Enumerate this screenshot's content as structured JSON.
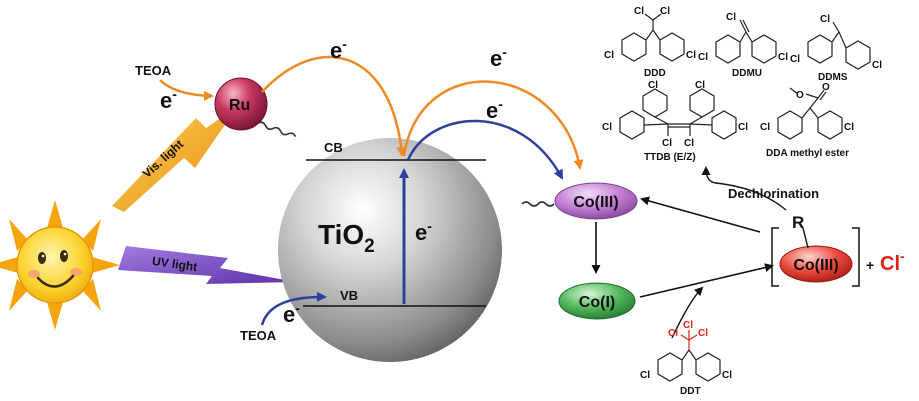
{
  "scheme": {
    "tio2_main": "TiO",
    "tio2_sub": "2",
    "cb": "CB",
    "vb": "VB",
    "electron": "e",
    "minus": "-",
    "teoa_top": "TEOA",
    "teoa_bottom": "TEOA",
    "ru": "Ru",
    "vis_light": "Vis. light",
    "uv_light": "UV light",
    "co3": "Co(III)",
    "co1": "Co(I)",
    "co3_complex": "Co(III)",
    "r_group": "R",
    "plus": "+",
    "chloride_main": "Cl",
    "chloride_charge": "-",
    "dechlorination": "Dechlorination"
  },
  "molecules": {
    "ddd": "DDD",
    "ddmu": "DDMU",
    "ddms": "DDMS",
    "ttdb": "TTDB (E/Z)",
    "dda": "DDA methyl ester",
    "ddt": "DDT",
    "cl": "Cl",
    "o": "O"
  },
  "colors": {
    "orange_arrow": "#f08a24",
    "blue_arrow": "#2e3f9c",
    "ru_sphere": "#b0214a",
    "co3_ellipse": "#b36bc4",
    "co1_ellipse": "#3fa34a",
    "co3_complex_ellipse": "#e0302a",
    "chloride": "#e0201a",
    "vis_bolt": "#f5a623",
    "uv_bolt": "#7a4fc2",
    "sun": "#f6c21d"
  }
}
